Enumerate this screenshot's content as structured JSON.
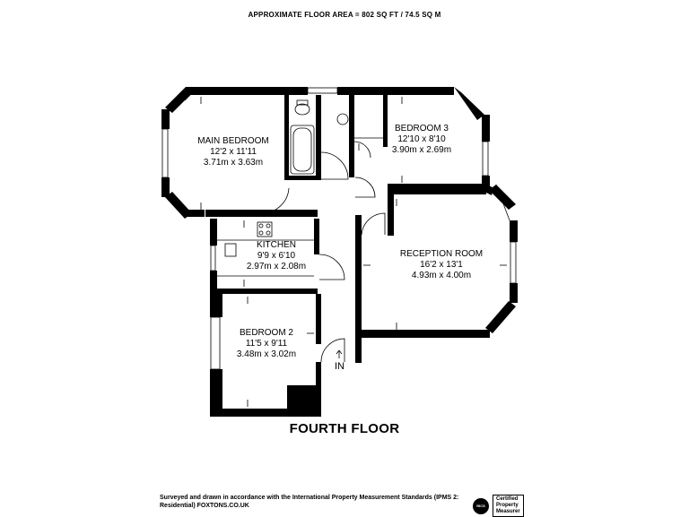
{
  "header": {
    "area_text": "APPROXIMATE FLOOR AREA = 802 SQ FT / 74.5 SQ M"
  },
  "rooms": {
    "main_bedroom": {
      "name": "MAIN BEDROOM",
      "imperial": "12'2 x 11'11",
      "metric": "3.71m x 3.63m"
    },
    "bedroom3": {
      "name": "BEDROOM 3",
      "imperial": "12'10 x 8'10",
      "metric": "3.90m x 2.69m"
    },
    "kitchen": {
      "name": "KITCHEN",
      "imperial": "9'9 x 6'10",
      "metric": "2.97m x 2.08m"
    },
    "reception": {
      "name": "RECEPTION ROOM",
      "imperial": "16'2 x 13'1",
      "metric": "4.93m x 4.00m"
    },
    "bedroom2": {
      "name": "BEDROOM 2",
      "imperial": "11'5 x 9'11",
      "metric": "3.48m x 3.02m"
    }
  },
  "entrance_label": "IN",
  "floor_title": "FOURTH FLOOR",
  "footer": {
    "line1": "Surveyed and drawn in accordance with the International Property Measurement Standards (IPMS 2:",
    "line2": "Residential) FOXTONS.CO.UK"
  },
  "badge": {
    "rics": "RICS",
    "cert_line1": "Certified",
    "cert_line2": "Property",
    "cert_line3": "Measurer"
  }
}
